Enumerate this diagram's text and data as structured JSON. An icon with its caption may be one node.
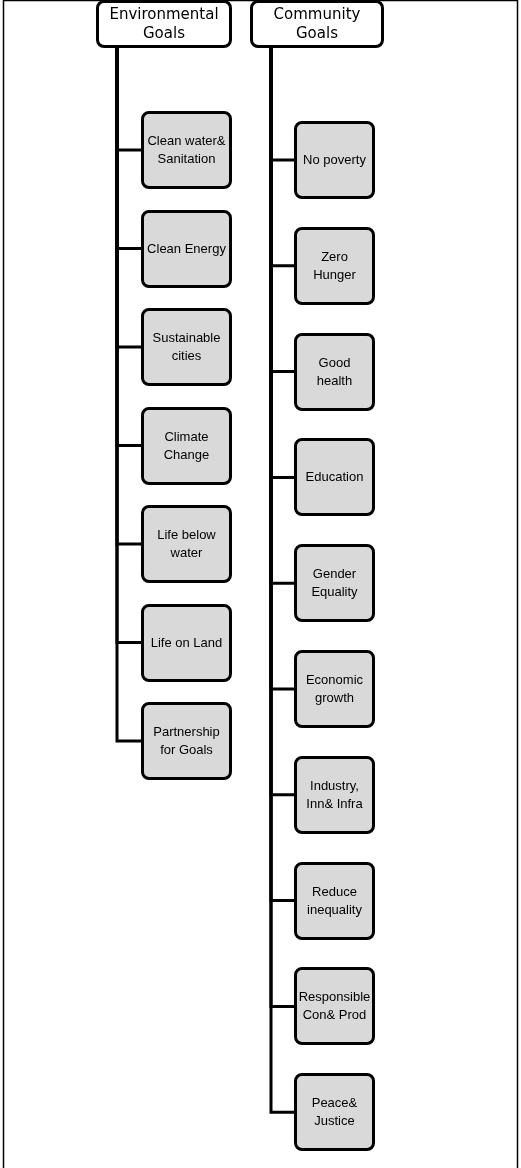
{
  "diagram": {
    "nodes": [
      {
        "text": [
          "Environmental Goals"
        ]
      },
      {
        "text": [
          "Clean water& Sanitation"
        ]
      },
      {
        "text": [
          "Clean Energy"
        ]
      },
      {
        "text": [
          "Sustainable cities"
        ]
      },
      {
        "text": [
          "Climate Change"
        ]
      },
      {
        "text": [
          "Life below water"
        ]
      },
      {
        "text": [
          "Life on Land"
        ]
      },
      {
        "text": [
          "Partnership for Goals"
        ]
      },
      {
        "text": [
          "Community Goals"
        ]
      },
      {
        "text": [
          "No poverty"
        ]
      },
      {
        "text": [
          "Zero Hunger"
        ]
      },
      {
        "text": [
          "Good health"
        ]
      },
      {
        "text": [
          "Education"
        ]
      },
      {
        "text": [
          "Gender Equality"
        ]
      },
      {
        "text": [
          "Economic growth"
        ]
      },
      {
        "text": [
          "Industry, Inn& Infra"
        ]
      },
      {
        "text": [
          "Reduce inequality"
        ]
      },
      {
        "text": [
          "Responsible Con& Prod"
        ]
      },
      {
        "text": [
          "Peace& Justice"
        ]
      }
    ],
    "edges": [
      {
        "from": 0,
        "to": 1,
        "arrow": "none"
      },
      {
        "from": 0,
        "to": 2,
        "arrow": "none"
      },
      {
        "from": 0,
        "to": 3,
        "arrow": "none"
      },
      {
        "from": 0,
        "to": 4,
        "arrow": "none"
      },
      {
        "from": 0,
        "to": 5,
        "arrow": "none"
      },
      {
        "from": 0,
        "to": 6,
        "arrow": "none"
      },
      {
        "from": 0,
        "to": 7,
        "arrow": "none"
      },
      {
        "from": 8,
        "to": 9,
        "arrow": "none"
      },
      {
        "from": 8,
        "to": 10,
        "arrow": "none"
      },
      {
        "from": 8,
        "to": 11,
        "arrow": "none"
      },
      {
        "from": 8,
        "to": 12,
        "arrow": "none"
      },
      {
        "from": 8,
        "to": 13,
        "arrow": "none"
      },
      {
        "from": 8,
        "to": 14,
        "arrow": "none"
      },
      {
        "from": 8,
        "to": 15,
        "arrow": "none"
      },
      {
        "from": 8,
        "to": 16,
        "arrow": "none"
      },
      {
        "from": 8,
        "to": 17,
        "arrow": "none"
      },
      {
        "from": 8,
        "to": 18,
        "arrow": "none"
      }
    ]
  }
}
